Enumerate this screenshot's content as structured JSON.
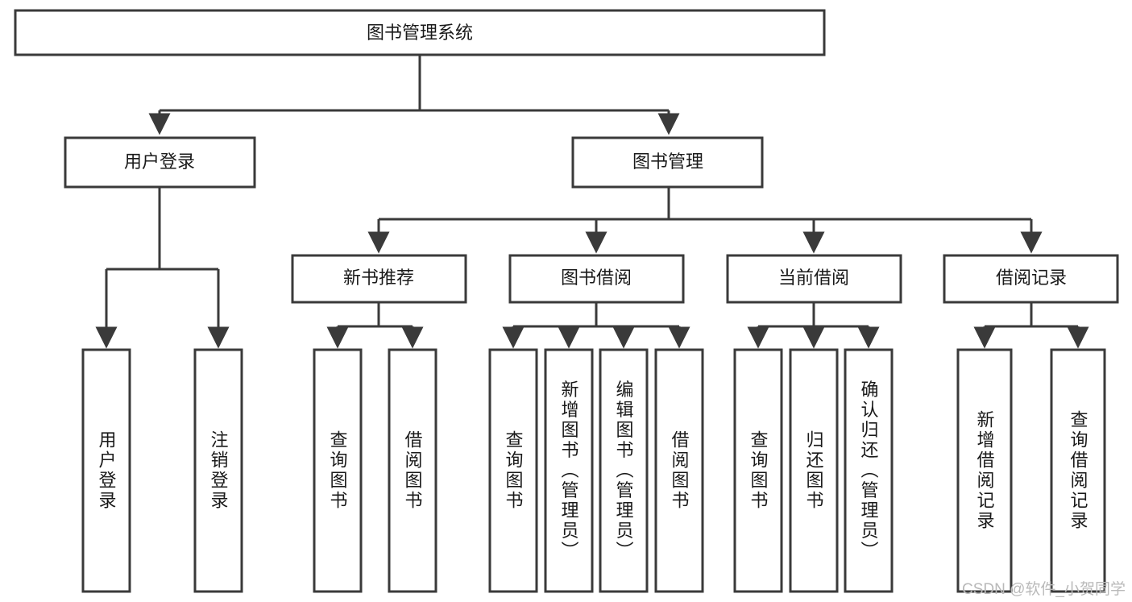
{
  "diagram": {
    "type": "tree-hierarchy-chart",
    "title_node": {
      "label": "图书管理系统"
    },
    "colors": {
      "box_stroke": "#3a3a3a",
      "box_fill": "#ffffff",
      "link_stroke": "#3a3a3a",
      "text": "#1a1a1a",
      "background": "#ffffff",
      "watermark": "#b9b9b9"
    },
    "levels": {
      "level1": [
        {
          "label": "用户登录"
        },
        {
          "label": "图书管理"
        }
      ],
      "level2": [
        {
          "label": "新书推荐"
        },
        {
          "label": "图书借阅"
        },
        {
          "label": "当前借阅"
        },
        {
          "label": "借阅记录"
        }
      ]
    },
    "leaves": {
      "user_login": [
        {
          "label": "用户登录"
        },
        {
          "label": "注销登录"
        }
      ],
      "new_book_recommend": [
        {
          "label": "查询图书"
        },
        {
          "label": "借阅图书"
        }
      ],
      "book_borrow": [
        {
          "label": "查询图书"
        },
        {
          "label": "新增图书（管理员）"
        },
        {
          "label": "编辑图书（管理员）"
        },
        {
          "label": "借阅图书"
        }
      ],
      "current_borrow": [
        {
          "label": "查询图书"
        },
        {
          "label": "归还图书"
        },
        {
          "label": "确认归还（管理员）"
        }
      ],
      "borrow_record": [
        {
          "label": "新增借阅记录"
        },
        {
          "label": "查询借阅记录"
        }
      ]
    }
  },
  "watermark": {
    "text": "CSDN @软件_小贺同学"
  }
}
